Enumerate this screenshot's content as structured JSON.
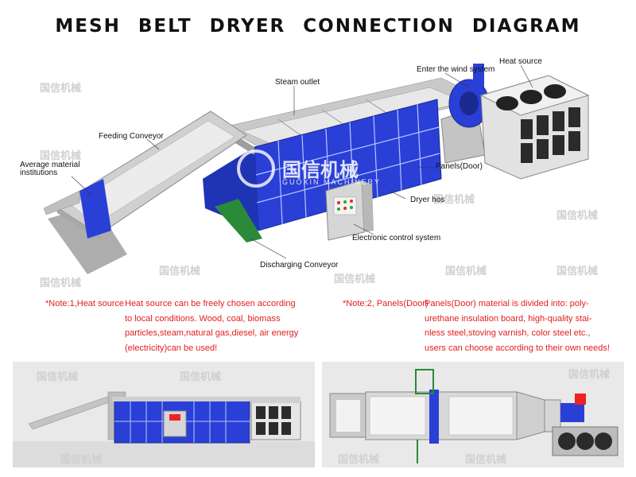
{
  "title": "MESH BELT DRYER CONNECTION DIAGRAM",
  "labels": {
    "steam_outlet": "Steam outlet",
    "wind_system": "Enter the wind system",
    "heat_source": "Heat source",
    "feeding_conveyor": "Feeding Conveyor",
    "average_material": "Average material",
    "institutions": "institutions",
    "panels_door": "Panels(Door)",
    "dryer_hos": "Dryer hos",
    "control_system": "Electronic control system",
    "discharging_conveyor": "Discharging Conveyor"
  },
  "watermark": {
    "brand_cn": "国信机械",
    "brand_en": "GUOXIN MACHINERY",
    "tile_text": "国信机械"
  },
  "note1": {
    "label": "*Note:1,Heat source",
    "lines": [
      "Heat source can be freely chosen according",
      "to  local conditions. Wood,  coal,  biomass",
      "particles,steam,natural gas,diesel, air energy",
      "(electricity)can be used!"
    ]
  },
  "note2": {
    "label": "*Note:2, Panels(Door)",
    "lines": [
      "Panels(Door)  material is divided into:  poly-",
      "urethane insulation board, high-quality stai-",
      "nless steel,stoving varnish, color steel etc.,",
      "users can choose according to their own needs!"
    ]
  },
  "colors": {
    "panel_blue": "#2a3fd6",
    "frame_gray": "#b8b8b8",
    "note_red": "#e41c1c"
  }
}
